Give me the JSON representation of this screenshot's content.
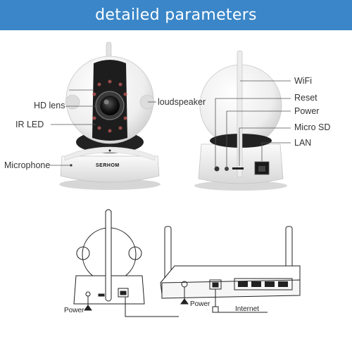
{
  "header": {
    "title": "detailed parameters"
  },
  "front_camera": {
    "labels": {
      "hd_lens": "HD lens",
      "ir_led": "IR LED",
      "microphone": "Microphone",
      "loudspeaker": "loudspeaker",
      "brand": "SERHOM"
    }
  },
  "back_camera": {
    "labels": {
      "wifi": "WiFi",
      "reset": "Reset",
      "power": "Power",
      "micro_sd": "Micro SD",
      "lan": "LAN"
    }
  },
  "wiring": {
    "labels": {
      "camera_power": "Power",
      "router_power": "Power",
      "internet": "Internet"
    }
  },
  "colors": {
    "header_bg": "#3a86c8",
    "header_text": "#ffffff"
  }
}
